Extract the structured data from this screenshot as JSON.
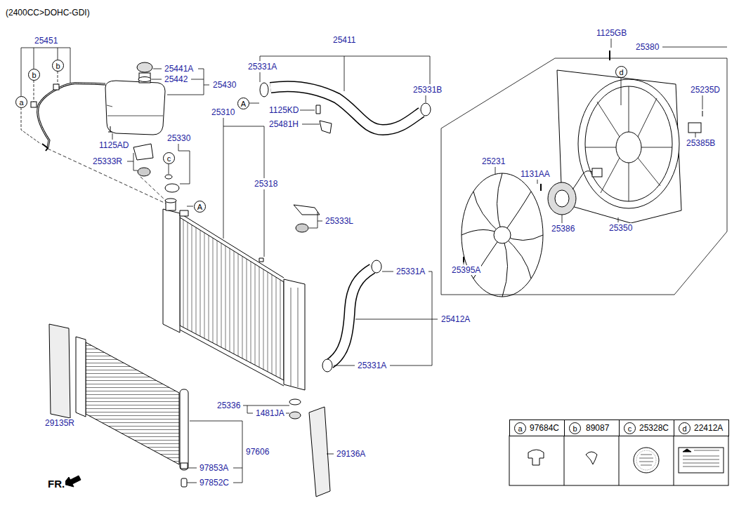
{
  "diagram": {
    "title": "(2400CC>DOHC-GDI)",
    "nodes": [
      {
        "text": [
          "a"
        ]
      },
      {
        "text": [
          "b"
        ]
      },
      {
        "text": [
          "b"
        ]
      },
      {
        "text": [
          "c"
        ]
      },
      {
        "text": [
          "d"
        ]
      },
      {
        "text": [
          "A"
        ]
      },
      {
        "text": [
          "A"
        ]
      },
      {
        "text": [
          "97684C"
        ]
      },
      {
        "text": [
          "a"
        ],
        "in": 7
      },
      {
        "text": [
          "89087"
        ]
      },
      {
        "text": [
          "b"
        ],
        "in": 9
      },
      {
        "text": [
          "25328C"
        ]
      },
      {
        "text": [
          "c"
        ],
        "in": 11
      },
      {
        "text": [
          "22412A"
        ]
      },
      {
        "text": [
          "d"
        ],
        "in": 13
      }
    ],
    "labels": [
      "25451",
      "25441A",
      "25442",
      "25430",
      "25411",
      "25331A",
      "25331B",
      "1125KD",
      "25481H",
      "25310",
      "1125AD",
      "25330",
      "25333R",
      "25318",
      "25333L",
      "25331A",
      "25412A",
      "25331A",
      "25336",
      "1481JA",
      "97606",
      "97853A",
      "97852C",
      "29135R",
      "29136A",
      "FR.",
      "1125GB",
      "25380",
      "25235D",
      "25385B",
      "25231",
      "1131AA",
      "25386",
      "25350",
      "25395A"
    ]
  }
}
